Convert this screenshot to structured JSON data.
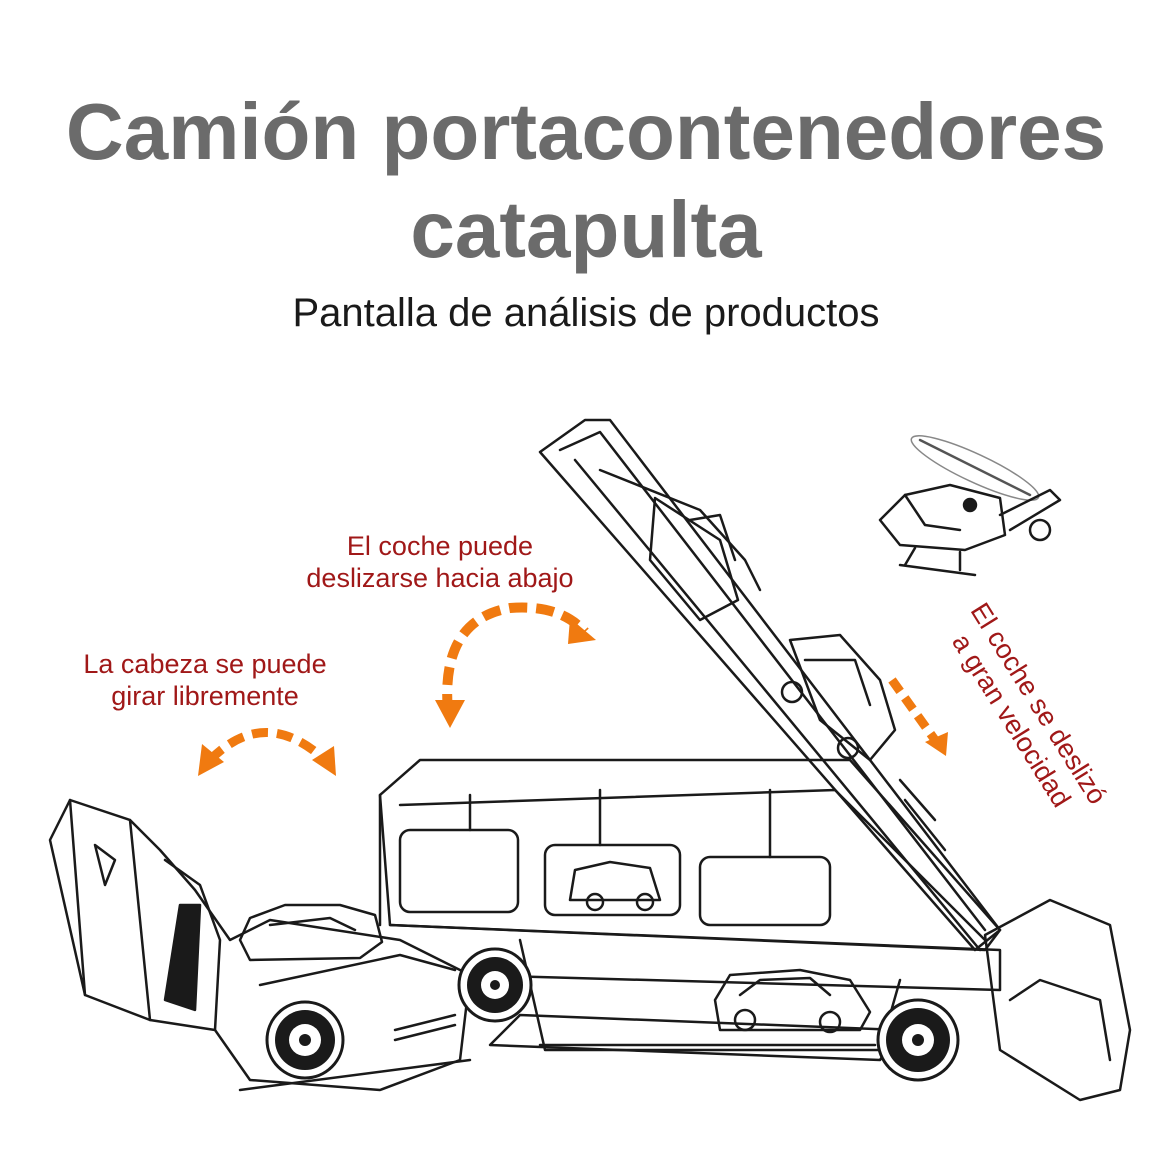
{
  "header": {
    "title_line1": "Camión portacontenedores",
    "title_line2": "catapulta",
    "subtitle": "Pantalla de análisis de productos"
  },
  "callouts": {
    "head_rotate": {
      "line1": "La cabeza se puede",
      "line2": "girar libremente"
    },
    "car_slide": {
      "line1": "El coche puede",
      "line2": "deslizarse hacia abajo"
    },
    "car_speed": {
      "line1": "El coche se deslizó",
      "line2": "a gran velocidad"
    }
  },
  "colors": {
    "title": "#6b6b6b",
    "callout_text": "#a01818",
    "arrow": "#f07a10",
    "line_art": "#1a1a1a"
  }
}
